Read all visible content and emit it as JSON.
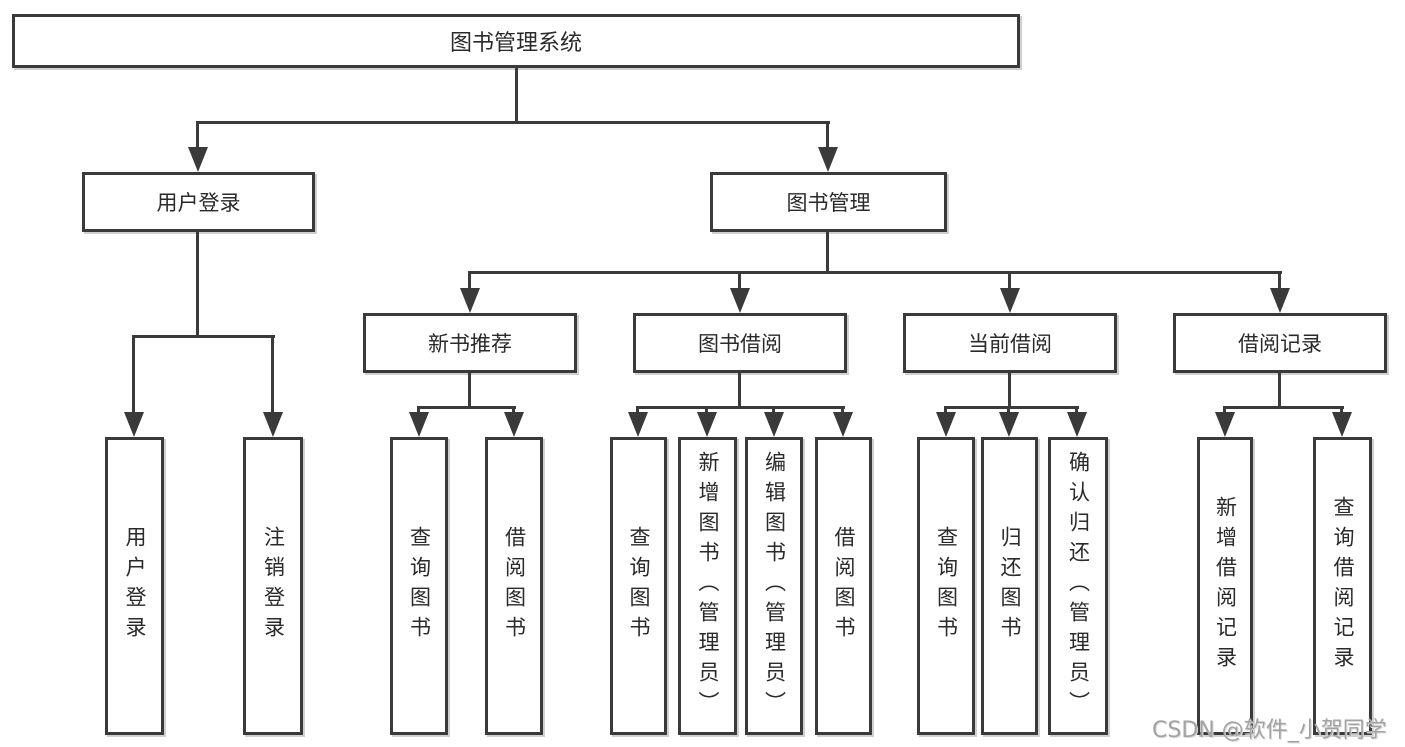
{
  "diagram": {
    "title": "图书管理系统",
    "level2": [
      {
        "label": "用户登录",
        "parent": "图书管理系统"
      },
      {
        "label": "图书管理",
        "parent": "图书管理系统"
      }
    ],
    "level3": [
      {
        "label": "新书推荐",
        "parent": "图书管理"
      },
      {
        "label": "图书借阅",
        "parent": "图书管理"
      },
      {
        "label": "当前借阅",
        "parent": "图书管理"
      },
      {
        "label": "借阅记录",
        "parent": "图书管理"
      }
    ],
    "leaves": [
      {
        "label": "用户登录",
        "parent": "用户登录"
      },
      {
        "label": "注销登录",
        "parent": "用户登录"
      },
      {
        "label": "查询图书",
        "parent": "新书推荐"
      },
      {
        "label": "借阅图书",
        "parent": "新书推荐"
      },
      {
        "label": "查询图书",
        "parent": "图书借阅"
      },
      {
        "label": "新增图书（管理员）",
        "parent": "图书借阅"
      },
      {
        "label": "编辑图书（管理员）",
        "parent": "图书借阅"
      },
      {
        "label": "借阅图书",
        "parent": "图书借阅"
      },
      {
        "label": "查询图书",
        "parent": "当前借阅"
      },
      {
        "label": "归还图书",
        "parent": "当前借阅"
      },
      {
        "label": "确认归还（管理员）",
        "parent": "当前借阅"
      },
      {
        "label": "新增借阅记录",
        "parent": "借阅记录"
      },
      {
        "label": "查询借阅记录",
        "parent": "借阅记录"
      }
    ],
    "watermark": "CSDN @软件_小贺同学"
  },
  "colors": {
    "line": "#3a3a3a",
    "text": "#2a2a2a",
    "watermark": "#a3a3a3",
    "background": "#ffffff"
  }
}
